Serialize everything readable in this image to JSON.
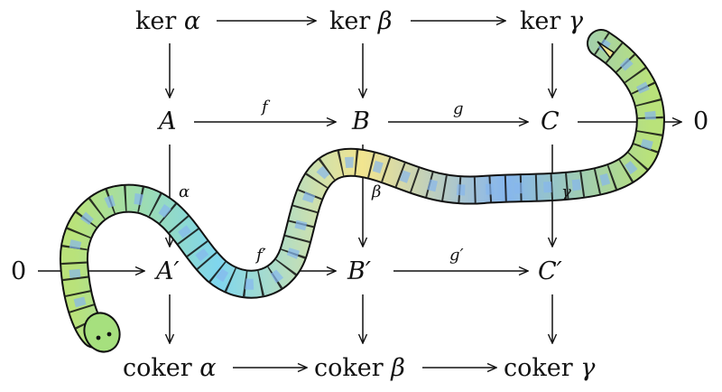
{
  "nodes": {
    "ker_a": {
      "word": "ker",
      "sym": "α"
    },
    "ker_b": {
      "word": "ker",
      "sym": "β"
    },
    "ker_c": {
      "word": "ker",
      "sym": "γ"
    },
    "A": "A",
    "B": "B",
    "C": "C",
    "zero_right": "0",
    "zero_left": "0",
    "A2": "A′",
    "B2": "B′",
    "C2": "C′",
    "coker_a": {
      "word": "coker",
      "sym": "α"
    },
    "coker_b": {
      "word": "coker",
      "sym": "β"
    },
    "coker_c": {
      "word": "coker",
      "sym": "γ"
    }
  },
  "labels": {
    "f": "f",
    "g": "g",
    "alpha": "α",
    "beta": "β",
    "gamma": "γ",
    "f2": "f′",
    "g2": "g′"
  },
  "colors": {
    "arrow": "#111111",
    "snake_outline": "#111111",
    "snake_tiles": [
      "#7fd6ee",
      "#b9e27a",
      "#f2e58f",
      "#86b6ee"
    ],
    "snake_head": "#a6e07e"
  }
}
